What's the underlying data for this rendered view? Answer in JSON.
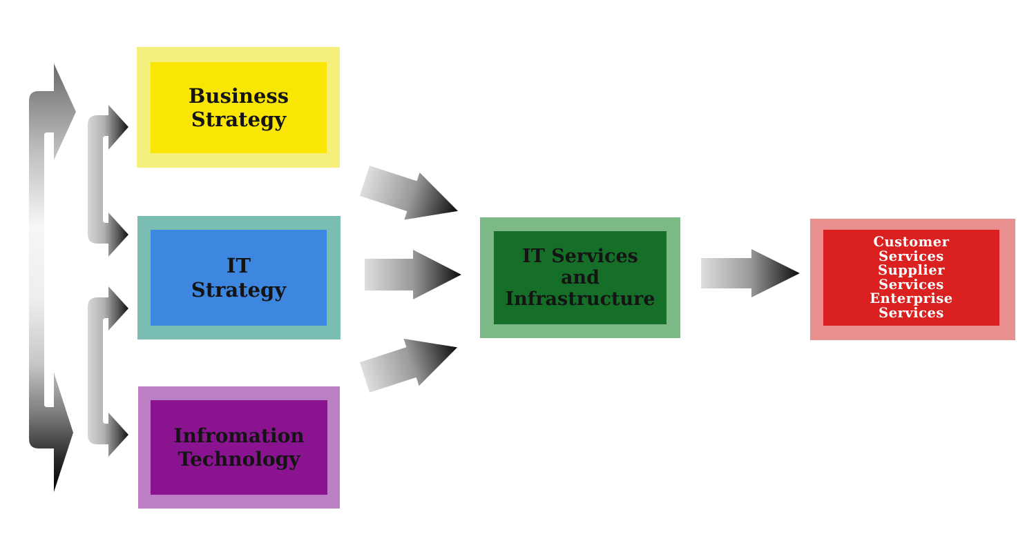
{
  "diagram": {
    "background": "#ffffff",
    "boxes": [
      {
        "id": "business-strategy",
        "lines": [
          "Business",
          "Strategy"
        ],
        "fill": "#F9E604",
        "border": "#F5F07C",
        "text_color": "#141414"
      },
      {
        "id": "it-strategy",
        "lines": [
          "IT",
          "Strategy"
        ],
        "fill": "#3E87E0",
        "border": "#7ABDB3",
        "text_color": "#141414"
      },
      {
        "id": "information-technology",
        "lines": [
          "Infromation",
          "Technology"
        ],
        "fill": "#8A1490",
        "border": "#BC7FC4",
        "text_color": "#141414"
      },
      {
        "id": "it-services-and-infrastructure",
        "lines": [
          "IT Services",
          "and",
          "Infrastructure"
        ],
        "fill": "#166F28",
        "border": "#7DB887",
        "text_color": "#141414"
      },
      {
        "id": "enterprise-services",
        "lines": [
          "Customer",
          "Services",
          "Supplier",
          "Services",
          "Enterprise",
          "Services"
        ],
        "fill": "#DA2120",
        "border": "#E88F8F",
        "text_color": "#FFFFFF"
      }
    ],
    "arrows": [
      {
        "id": "left-loop-double-arrow",
        "from": "left margin loop",
        "to": "business-strategy row and information-technology row",
        "style": "gradient gray, arrowheads at both ends"
      },
      {
        "id": "bracket-arrow-upper",
        "from": "left bracket",
        "to": "business-strategy and it-strategy",
        "style": "gradient gray double-headed bracket"
      },
      {
        "id": "bracket-arrow-lower",
        "from": "left bracket",
        "to": "it-strategy and information-technology",
        "style": "gradient gray double-headed bracket"
      },
      {
        "id": "arrow-business-to-itservices",
        "from": "business-strategy",
        "to": "it-services-and-infrastructure",
        "style": "diagonal down-right, light-to-dark gradient"
      },
      {
        "id": "arrow-itstrategy-to-itservices",
        "from": "it-strategy",
        "to": "it-services-and-infrastructure",
        "style": "horizontal, light-to-dark gradient"
      },
      {
        "id": "arrow-infotech-to-itservices",
        "from": "information-technology",
        "to": "it-services-and-infrastructure",
        "style": "diagonal up-right, light-to-dark gradient"
      },
      {
        "id": "arrow-itservices-to-services",
        "from": "it-services-and-infrastructure",
        "to": "enterprise-services",
        "style": "horizontal, light-to-dark gradient"
      }
    ],
    "arrow_gradient": {
      "light": "#DEDEDE",
      "dark": "#0C0C0C"
    }
  }
}
